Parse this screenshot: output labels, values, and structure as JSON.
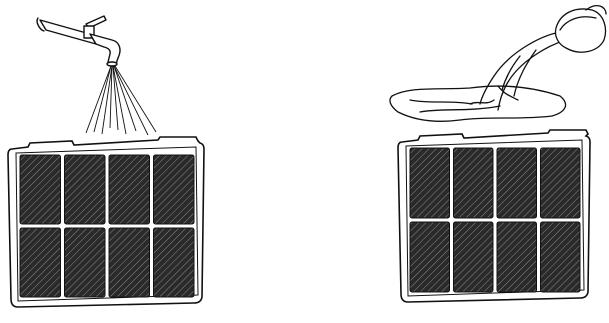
{
  "colors": {
    "background": "#ffffff",
    "line": "#111111",
    "mesh_dark": "#2a2a2a",
    "mesh_light": "#5a5a5a"
  },
  "left_panel": {
    "caption": "",
    "icon": "faucet-spray-icon",
    "filter": {
      "icon": "air-filter-icon",
      "columns": 4,
      "rows": 2
    }
  },
  "right_panel": {
    "caption": "",
    "icon": "pour-water-on-cloth-icon",
    "filter": {
      "icon": "air-filter-icon",
      "columns": 4,
      "rows": 2
    }
  }
}
